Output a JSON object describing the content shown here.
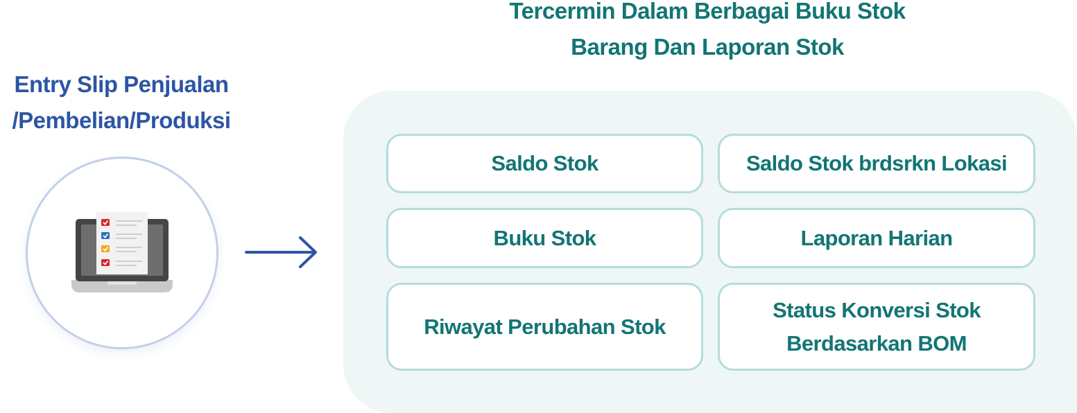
{
  "source": {
    "title_lines": [
      "Entry Slip Penjualan",
      "/Pembelian/Produksi"
    ]
  },
  "target": {
    "title_lines": [
      "Tercermin Dalam Berbagai Buku Stok",
      "Barang Dan Laporan Stok"
    ],
    "reports": [
      {
        "label": "Saldo Stok"
      },
      {
        "label": "Saldo Stok brdsrkn Lokasi"
      },
      {
        "label": "Buku Stok"
      },
      {
        "label": "Laporan Harian"
      },
      {
        "label": "Riwayat Perubahan Stok"
      },
      {
        "label_lines": [
          "Status Konversi Stok",
          "Berdasarkan BOM"
        ]
      }
    ]
  },
  "icons": {
    "laptop": "laptop-checklist-icon",
    "arrow": "arrow-right-icon"
  },
  "colors": {
    "source_text": "#2d55a4",
    "target_text": "#127573",
    "panel_bg": "#eef6f6",
    "card_border": "#b5dcdb",
    "circle_border": "#c3cfea",
    "arrow": "#2d55a4"
  }
}
